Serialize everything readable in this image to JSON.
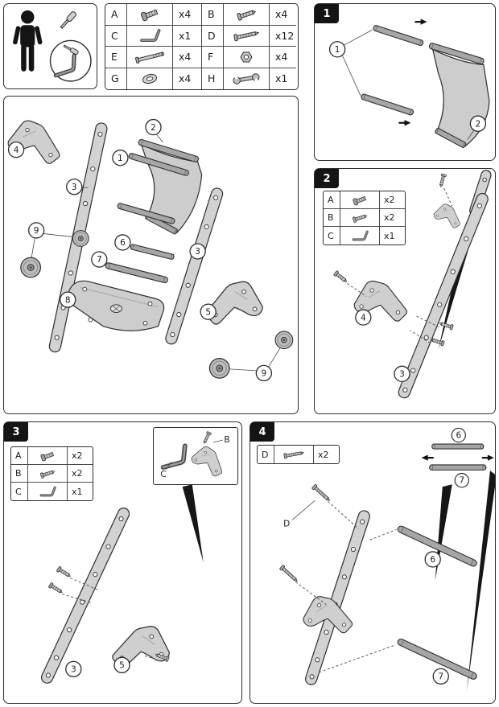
{
  "colors": {
    "part_fill": "#cdcdcd",
    "rod_fill": "#a6a6a6",
    "outline": "#2e2e2e",
    "step_tab_bg": "#141414",
    "step_tab_text": "#ffffff"
  },
  "parts_table": {
    "left": [
      {
        "letter": "A",
        "icon": "pan-head-bolt-icon",
        "qty": "x4"
      },
      {
        "letter": "C",
        "icon": "allen-key-icon",
        "qty": "x1"
      },
      {
        "letter": "E",
        "icon": "long-bolt-icon",
        "qty": "x4"
      },
      {
        "letter": "G",
        "icon": "oval-washer-icon",
        "qty": "x4"
      }
    ],
    "right": [
      {
        "letter": "B",
        "icon": "machine-screw-icon",
        "qty": "x4"
      },
      {
        "letter": "D",
        "icon": "wood-screw-icon",
        "qty": "x12"
      },
      {
        "letter": "F",
        "icon": "hex-nut-icon",
        "qty": "x4"
      },
      {
        "letter": "H",
        "icon": "wrench-icon",
        "qty": "x1"
      }
    ]
  },
  "step1": {
    "number": "1",
    "callouts": {
      "rods": "1",
      "seat": "2"
    }
  },
  "exploded": {
    "callouts": {
      "seat_rods": "1",
      "seat": "2",
      "rail_left": "3",
      "bracket_left": "4",
      "wheels_left": "9",
      "rod_6": "6",
      "rod_7": "7",
      "base": "8",
      "rail_right": "3",
      "bracket_right": "5",
      "wheels_right": "9"
    }
  },
  "step2": {
    "number": "2",
    "table": [
      {
        "letter": "A",
        "icon": "pan-head-bolt-icon",
        "qty": "x2"
      },
      {
        "letter": "B",
        "icon": "machine-screw-icon",
        "qty": "x2"
      },
      {
        "letter": "C",
        "icon": "allen-key-icon",
        "qty": "x1"
      }
    ],
    "callouts": {
      "bracket": "4",
      "rail": "3"
    }
  },
  "step3": {
    "number": "3",
    "table": [
      {
        "letter": "A",
        "icon": "pan-head-bolt-icon",
        "qty": "x2"
      },
      {
        "letter": "B",
        "icon": "machine-screw-icon",
        "qty": "x2"
      },
      {
        "letter": "C",
        "icon": "allen-key-icon",
        "qty": "x1"
      }
    ],
    "inset_labels": {
      "screw": "B",
      "allen_key": "C"
    },
    "callouts": {
      "rail": "3",
      "bracket": "5"
    }
  },
  "step4": {
    "number": "4",
    "table": [
      {
        "letter": "D",
        "icon": "wood-screw-icon",
        "qty": "x2"
      }
    ],
    "hardware_label": "D",
    "inset_callouts": {
      "rod_top": "6",
      "rod_bottom": "7"
    },
    "callouts": {
      "rod_6": "6",
      "rod_7": "7"
    }
  }
}
